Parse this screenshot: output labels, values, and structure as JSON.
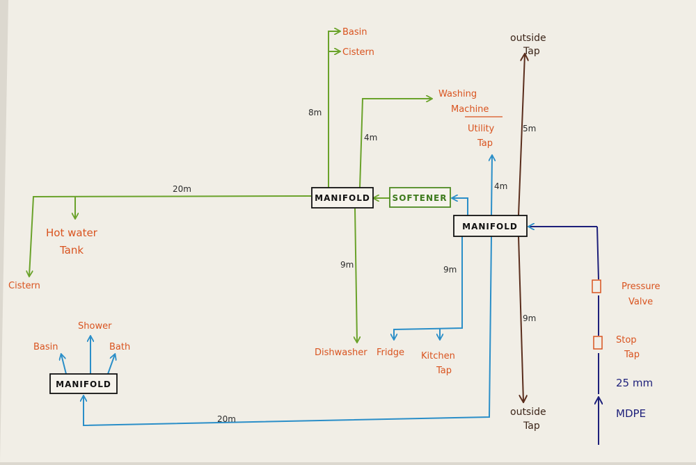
{
  "colors": {
    "paper": "#f1eee6",
    "green_pipe": "#6aa22a",
    "blue_pipe": "#2a8ec8",
    "brown_pipe": "#5a2d1c",
    "navy_pipe": "#1d1f7a",
    "label_orange": "#d9531f"
  },
  "manifolds": {
    "center": "MANIFOLD",
    "right": "MANIFOLD",
    "left": "MANIFOLD"
  },
  "softener": "SOFTENER",
  "outlets": {
    "basin_top": "Basin",
    "cistern_top": "Cistern",
    "washing_machine_1": "Washing",
    "washing_machine_2": "Machine",
    "utility_tap_1": "Utility",
    "utility_tap_2": "Tap",
    "outside_tap_top_1": "outside",
    "outside_tap_top_2": "Tap",
    "outside_tap_bottom_1": "outside",
    "outside_tap_bottom_2": "Tap",
    "hot_water_tank_1": "Hot water",
    "hot_water_tank_2": "Tank",
    "cistern_left": "Cistern",
    "dishwasher": "Dishwasher",
    "fridge": "Fridge",
    "kitchen_tap_1": "Kitchen",
    "kitchen_tap_2": "Tap",
    "basin_left": "Basin",
    "shower": "Shower",
    "bath": "Bath",
    "pressure_valve_1": "Pressure",
    "pressure_valve_2": "Valve",
    "stop_tap_1": "Stop",
    "stop_tap_2": "Tap"
  },
  "distances": {
    "up_8m": "8m",
    "up_4m": "4m",
    "green_20m": "20m",
    "down_9m_green": "9m",
    "blue_4m": "4m",
    "blue_9m": "9m",
    "brown_5m": "5m",
    "brown_9m": "9m",
    "blue_20m": "20m"
  },
  "supply": {
    "size": "25 mm",
    "material": "MDPE"
  }
}
